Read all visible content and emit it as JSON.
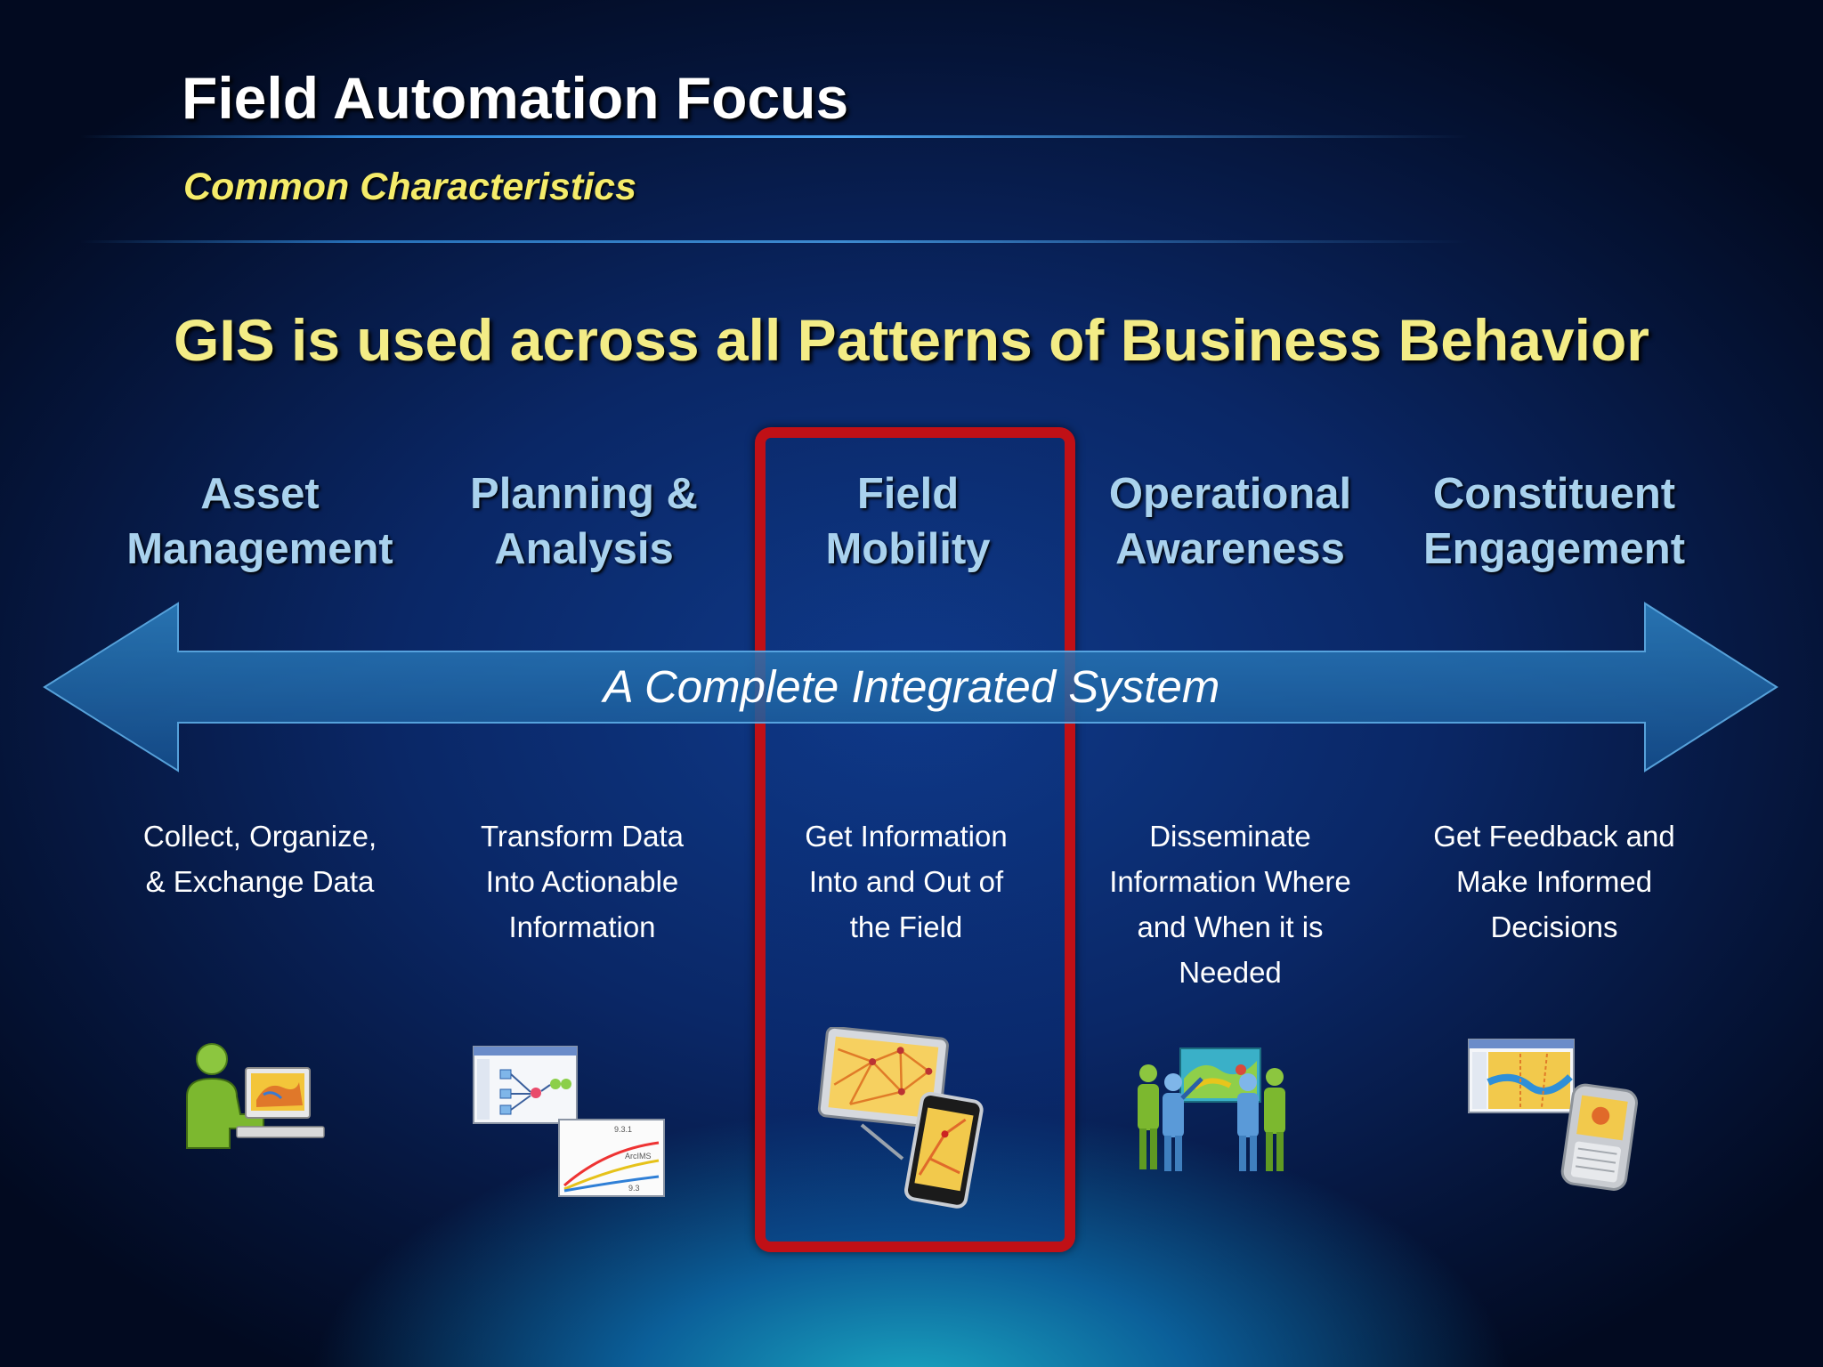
{
  "header": {
    "title": "Field Automation Focus",
    "subtitle": "Common Characteristics"
  },
  "headline": "GIS is used across all Patterns of Business Behavior",
  "arrow": {
    "label": "A Complete Integrated System"
  },
  "colors": {
    "title": "#ffffff",
    "subtitle": "#f5ec6a",
    "headline": "#f3ec86",
    "column_title": "#a9d2ee",
    "highlight_border": "#c01016",
    "arrow_fill": "#1f6aa8"
  },
  "columns": [
    {
      "title_line1": "Asset",
      "title_line2": "Management",
      "desc": [
        "Collect, Organize,",
        "& Exchange Data"
      ],
      "icon": "person-at-computer-map-icon"
    },
    {
      "title_line1": "Planning &",
      "title_line2": "Analysis",
      "desc": [
        "Transform Data",
        "Into Actionable",
        "Information"
      ],
      "icon": "workflow-and-chart-icon",
      "icon_text": [
        "9.3.1",
        "ArcIMS",
        "9.3"
      ]
    },
    {
      "title_line1": "Field",
      "title_line2": "Mobility",
      "desc": [
        "Get Information",
        "Into and Out of",
        "the Field"
      ],
      "icon": "tablet-and-smartphone-icon",
      "highlighted": true
    },
    {
      "title_line1": "Operational",
      "title_line2": "Awareness",
      "desc": [
        "Disseminate",
        "Information Where",
        "and When it is",
        "Needed"
      ],
      "icon": "people-presenting-map-icon"
    },
    {
      "title_line1": "Constituent",
      "title_line2": "Engagement",
      "desc": [
        "Get Feedback and",
        "Make Informed",
        "Decisions"
      ],
      "icon": "web-map-and-phone-icon"
    }
  ]
}
